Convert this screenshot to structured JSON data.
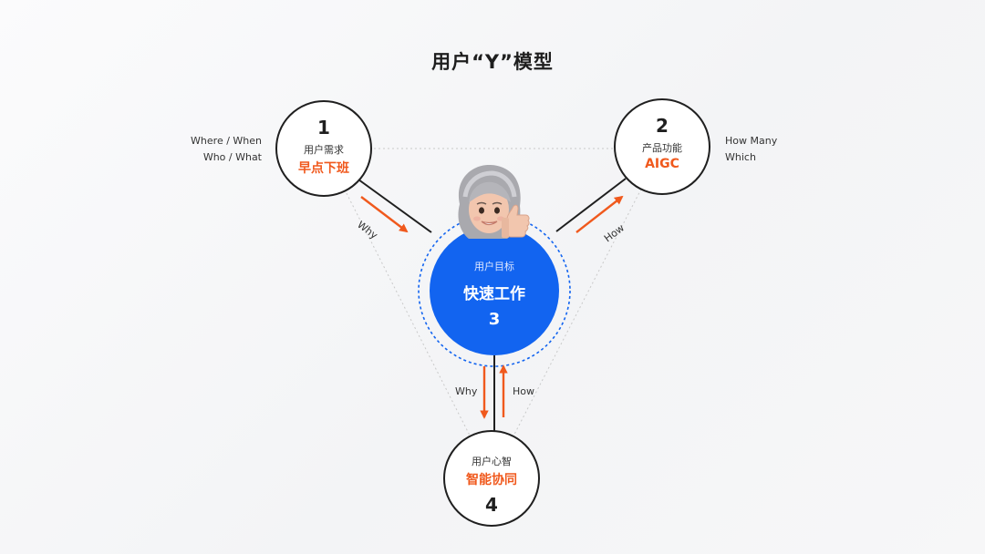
{
  "title": "用户“Y”模型",
  "nodes": {
    "demand": {
      "number": "1",
      "label": "用户需求",
      "value": "早点下班"
    },
    "function": {
      "number": "2",
      "label": "产品功能",
      "value": "AIGC"
    },
    "goal": {
      "number": "3",
      "label": "用户目标",
      "value": "快速工作"
    },
    "mind": {
      "number": "4",
      "label": "用户心智",
      "value": "智能协同"
    }
  },
  "left_questions": [
    "Where / When",
    "Who / What"
  ],
  "right_questions": [
    "How Many",
    "Which"
  ],
  "arrow_labels": {
    "demand_to_goal": "Why",
    "function_to_goal": "How",
    "goal_to_mind": "Why",
    "mind_to_goal": "How"
  },
  "colors": {
    "accent_orange": "#f0591d",
    "goal_blue": "#1264f0",
    "outline": "#1f1f1f"
  },
  "icons": {
    "avatar": "memoji-thumbs-up-avatar"
  }
}
